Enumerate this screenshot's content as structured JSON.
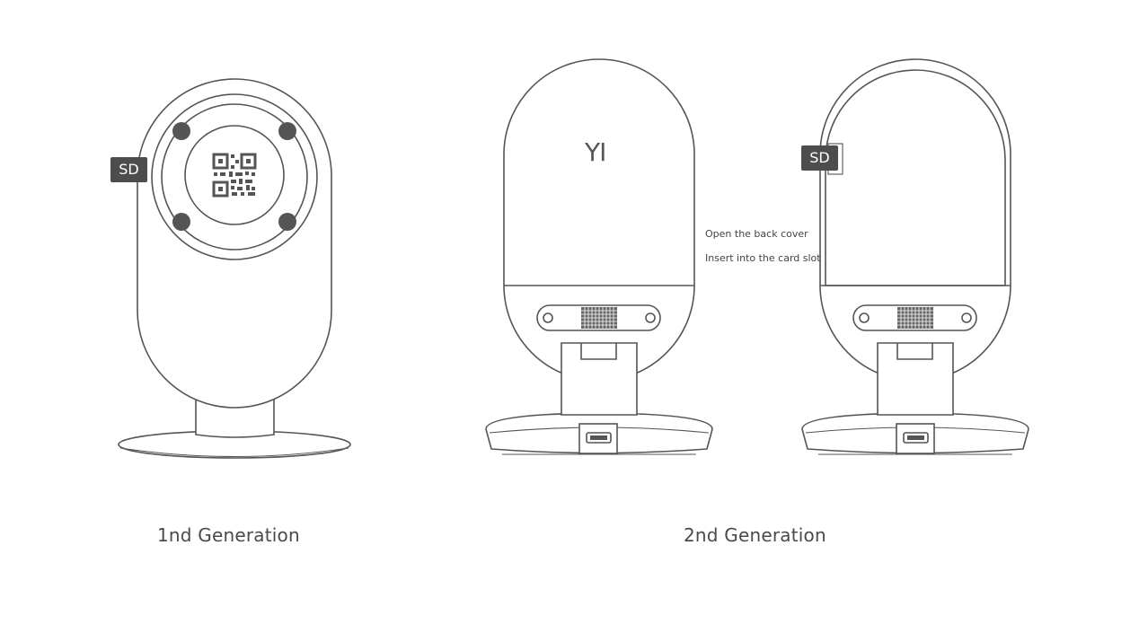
{
  "labels": {
    "gen1": "1nd Generation",
    "gen2": "2nd Generation"
  },
  "steps": {
    "open_cover": "Open the back cover",
    "insert_card": "Insert into the card slot"
  },
  "badges": {
    "sd_gen1": "SD",
    "sd_gen2": "SD"
  },
  "logo": {
    "brand": "YI"
  },
  "colors": {
    "line": "#555555",
    "badge": "#4d4d4d",
    "text": "#4a4a4a"
  }
}
